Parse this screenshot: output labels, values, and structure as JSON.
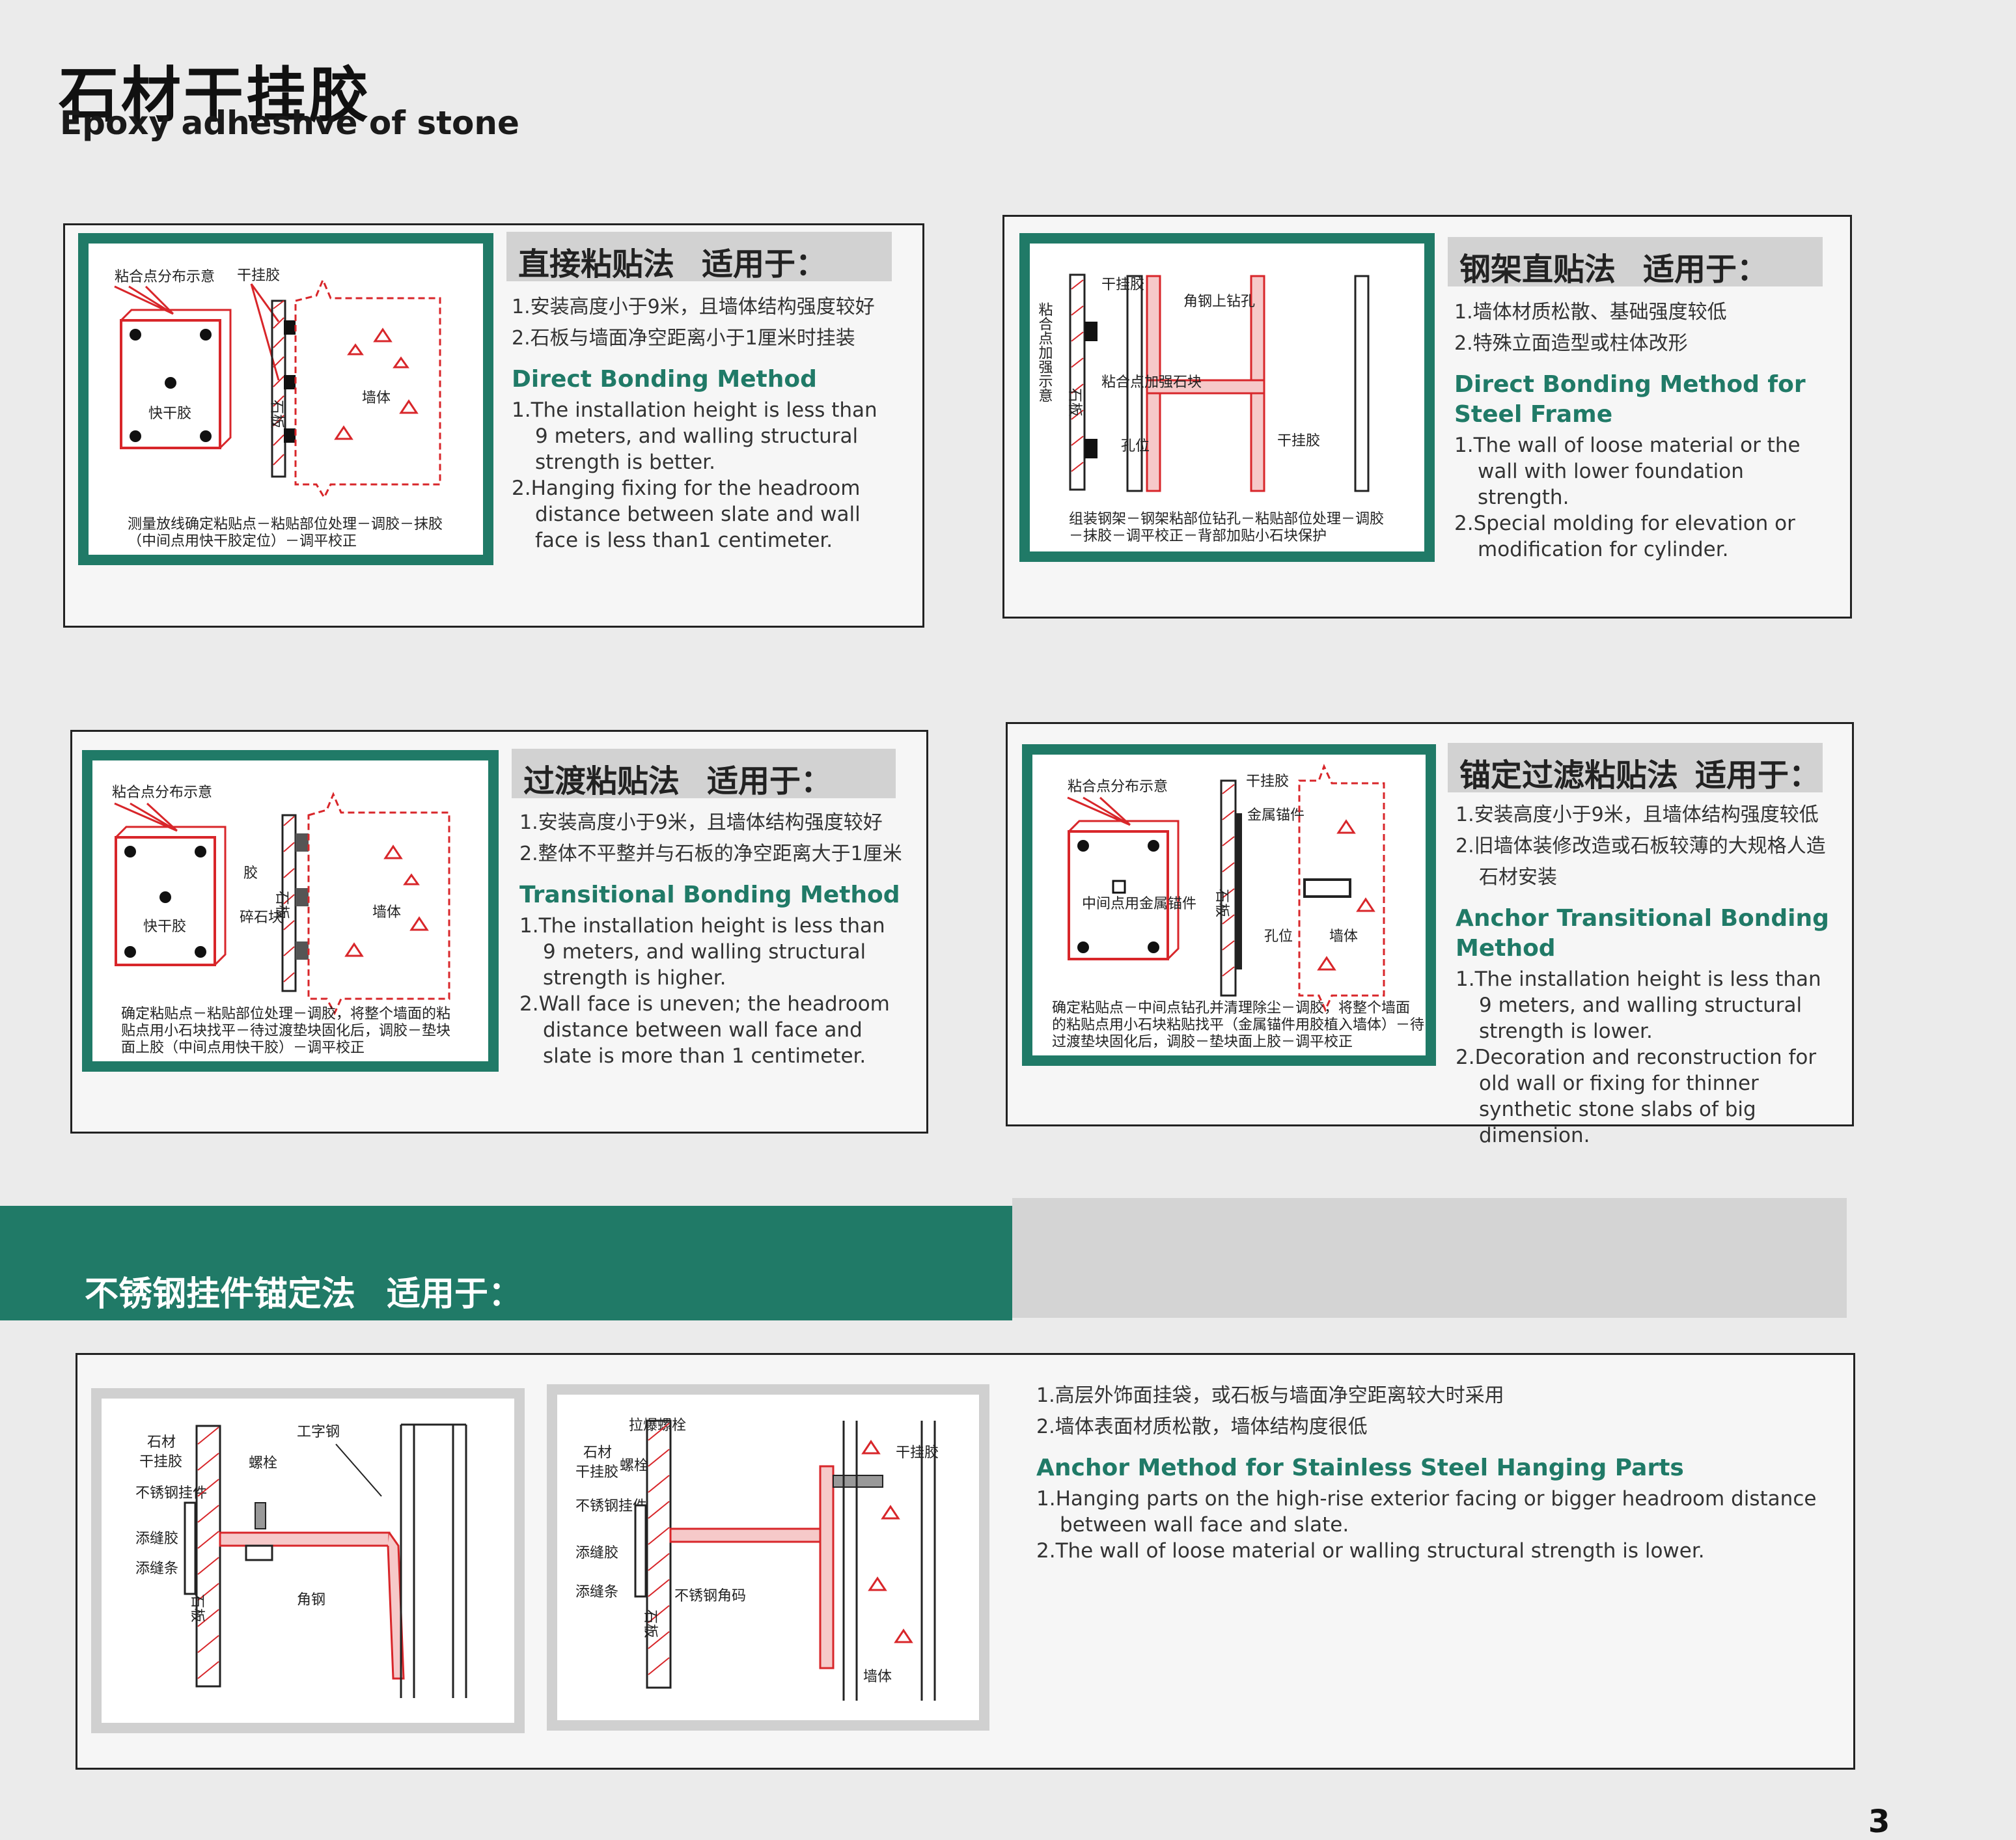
{
  "page": {
    "title_cn": "石材干挂胶",
    "title_en": "Epoxy adheshve of stone",
    "page_number": "3"
  },
  "sections": [
    {
      "heading": "直接粘贴法",
      "suffix": "适用于：",
      "cn_points": [
        "1.安装高度小于9米，且墙体结构强度较好",
        "2.石板与墙面净空距离小于1厘米时挂装"
      ],
      "en_title": "Direct Bonding Method",
      "en_points": [
        "1.The installation height is less than 9 meters, and walling structural strength is better.",
        "2.Hanging fixing for the headroom distance between slate and wall face is less than1 centimeter."
      ],
      "figure": {
        "labels": [
          "粘合点分布示意",
          "干挂胶",
          "快干胶",
          "石板",
          "墙体"
        ],
        "caption": [
          "测量放线确定粘贴点－粘贴部位处理－调胶－抹胶",
          "（中间点用快干胶定位）－调平校正"
        ]
      }
    },
    {
      "heading": "钢架直贴法",
      "suffix": "适用于：",
      "cn_points": [
        "1.墙体材质松散、基础强度较低",
        "2.特殊立面造型或柱体改形"
      ],
      "en_title": "Direct Bonding Method for Steel Frame",
      "en_points": [
        "1.The wall of loose material or the wall with lower foundation strength.",
        "2.Special molding for elevation or modification for cylinder."
      ],
      "figure": {
        "labels": [
          "粘合点加强示意",
          "干挂胶",
          "角钢上钻孔",
          "粘合点加强石块",
          "石板",
          "孔位",
          "干挂胶"
        ],
        "caption": [
          "组装钢架－钢架粘部位钻孔－粘贴部位处理－调胶",
          "－抹胶－调平校正－背部加贴小石块保护"
        ]
      }
    },
    {
      "heading": "过渡粘贴法",
      "suffix": "适用于：",
      "cn_points": [
        "1.安装高度小于9米，且墙体结构强度较好",
        "2.整体不平整并与石板的净空距离大于1厘米"
      ],
      "en_title": "Transitional Bonding Method",
      "en_points": [
        "1.The installation height is less than 9 meters, and walling structural strength is higher.",
        "2.Wall face is uneven; the headroom distance between wall face and slate is more than 1 centimeter."
      ],
      "figure": {
        "labels": [
          "粘合点分布示意",
          "胶",
          "碎石块",
          "快干胶",
          "石板",
          "墙体"
        ],
        "caption": [
          "确定粘贴点－粘贴部位处理－调胶，将整个墙面的粘",
          "贴点用小石块找平－待过渡垫块固化后，调胶－垫块",
          "面上胶（中间点用快干胶）－调平校正"
        ]
      }
    },
    {
      "heading": "锚定过滤粘贴法",
      "suffix": "适用于：",
      "cn_points": [
        "1.安装高度小于9米，且墙体结构强度较低",
        "2.旧墙体装修改造或石板较薄的大规格人造石材安装"
      ],
      "en_title": "Anchor Transitional Bonding Method",
      "en_points": [
        "1.The installation height is less than 9 meters, and walling structural strength is lower.",
        "2.Decoration and reconstruction for old wall or fixing for thinner synthetic stone slabs of big dimension."
      ],
      "figure": {
        "labels": [
          "粘合点分布示意",
          "干挂胶",
          "金属锚件",
          "中间点用金属锚件",
          "石板",
          "孔位",
          "墙体"
        ],
        "caption": [
          "确定粘贴点－中间点钻孔并清理除尘－调胶，将整个墙面",
          "的粘贴点用小石块粘贴找平（金属锚件用胶植入墙体）－待",
          "过渡垫块固化后，调胶－垫块面上胶－调平校正"
        ]
      }
    }
  ],
  "banner": {
    "heading": "不锈钢挂件锚定法",
    "suffix": "适用于："
  },
  "anchor": {
    "cn_points": [
      "1.高层外饰面挂袋，或石板与墙面净空距离较大时采用",
      "2.墙体表面材质松散，墙体结构度很低"
    ],
    "en_title": "Anchor Method for Stainless Steel Hanging Parts",
    "en_points": [
      "1.Hanging parts on the high-rise exterior facing or bigger headroom distance between wall face and slate.",
      "2.The wall of loose material or walling structural strength is lower."
    ],
    "figure_left": {
      "labels": [
        "石材",
        "干挂胶",
        "工字钢",
        "螺栓",
        "不锈钢挂件",
        "添缝胶",
        "添缝条",
        "石板",
        "角钢"
      ]
    },
    "figure_right": {
      "labels": [
        "拉爆螺栓",
        "干挂胶",
        "石材",
        "干挂胶",
        "螺栓",
        "不锈钢挂件",
        "添缝胶",
        "添缝条",
        "石板",
        "不锈钢角码",
        "墙体"
      ]
    }
  },
  "colors": {
    "accent": "#207a67",
    "diagram": "#d8262a",
    "heading_bg": "#d2d2d2"
  }
}
